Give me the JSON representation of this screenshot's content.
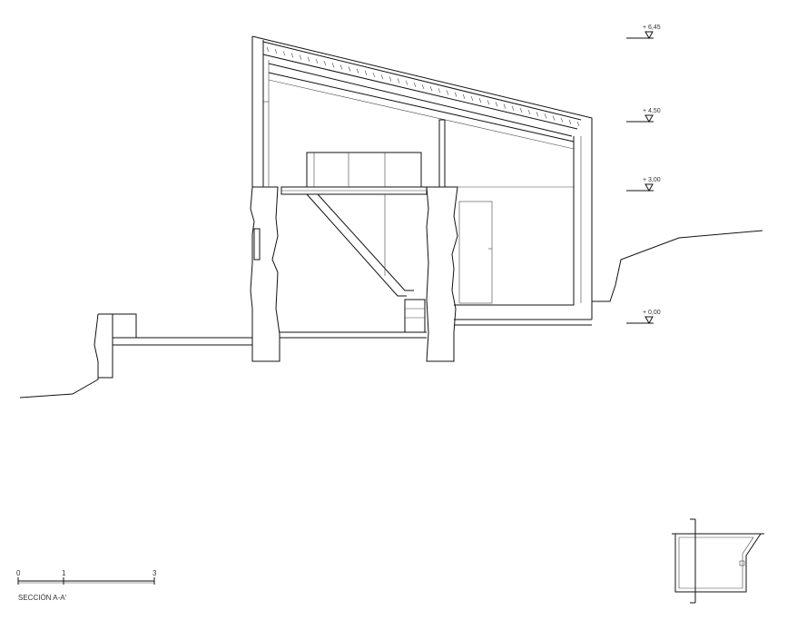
{
  "drawing": {
    "title": "SECCIÓN A-A'",
    "levels": [
      "+ 6,45",
      "+ 4,50",
      "+ 3,00",
      "+ 0,00"
    ],
    "scale_bar": {
      "ticks": [
        "0",
        "1",
        "3"
      ]
    }
  },
  "colors": {
    "line": "#111111",
    "background": "#ffffff"
  }
}
